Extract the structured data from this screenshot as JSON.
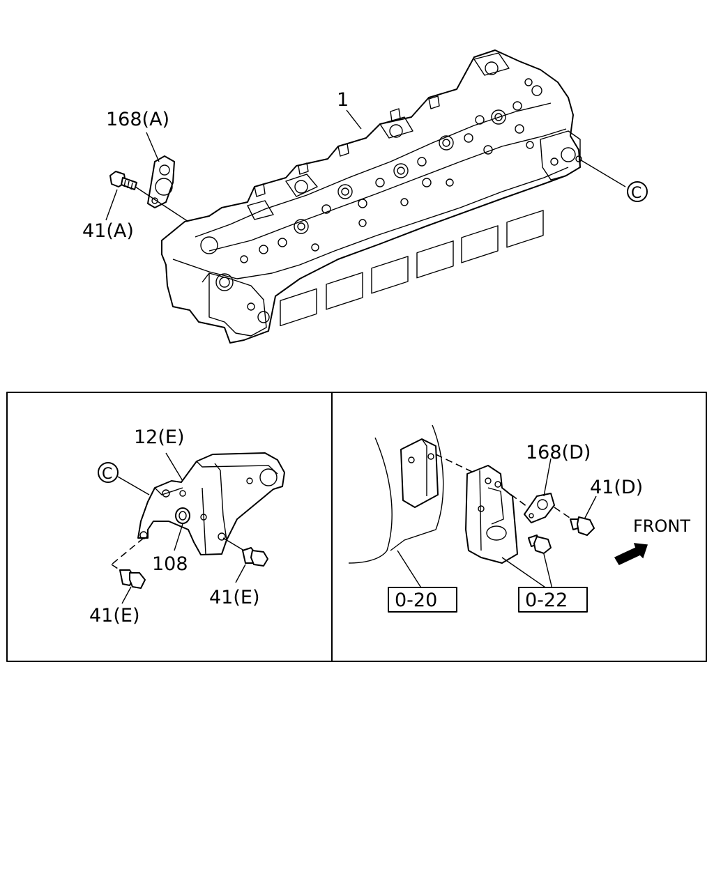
{
  "top": {
    "labels": {
      "part_1": "1",
      "part_168a": "168(A)",
      "part_41a": "41(A)",
      "ref_c": "C"
    }
  },
  "left_panel": {
    "labels": {
      "ref_c": "C",
      "part_12e": "12(E)",
      "part_108": "108",
      "part_41e_right": "41(E)",
      "part_41e_left": "41(E)"
    }
  },
  "right_panel": {
    "labels": {
      "part_168d": "168(D)",
      "part_41d": "41(D)",
      "front": "FRONT",
      "ref_020": "0-20",
      "ref_022": "0-22"
    }
  }
}
